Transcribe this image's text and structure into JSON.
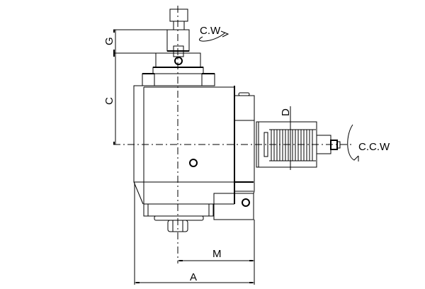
{
  "labels": {
    "g": "G",
    "c": "C",
    "cw": "C.W",
    "d": "D",
    "ccw": "C.C.W",
    "m": "M",
    "a": "A"
  },
  "colors": {
    "line": "#000000",
    "background": "#ffffff"
  }
}
